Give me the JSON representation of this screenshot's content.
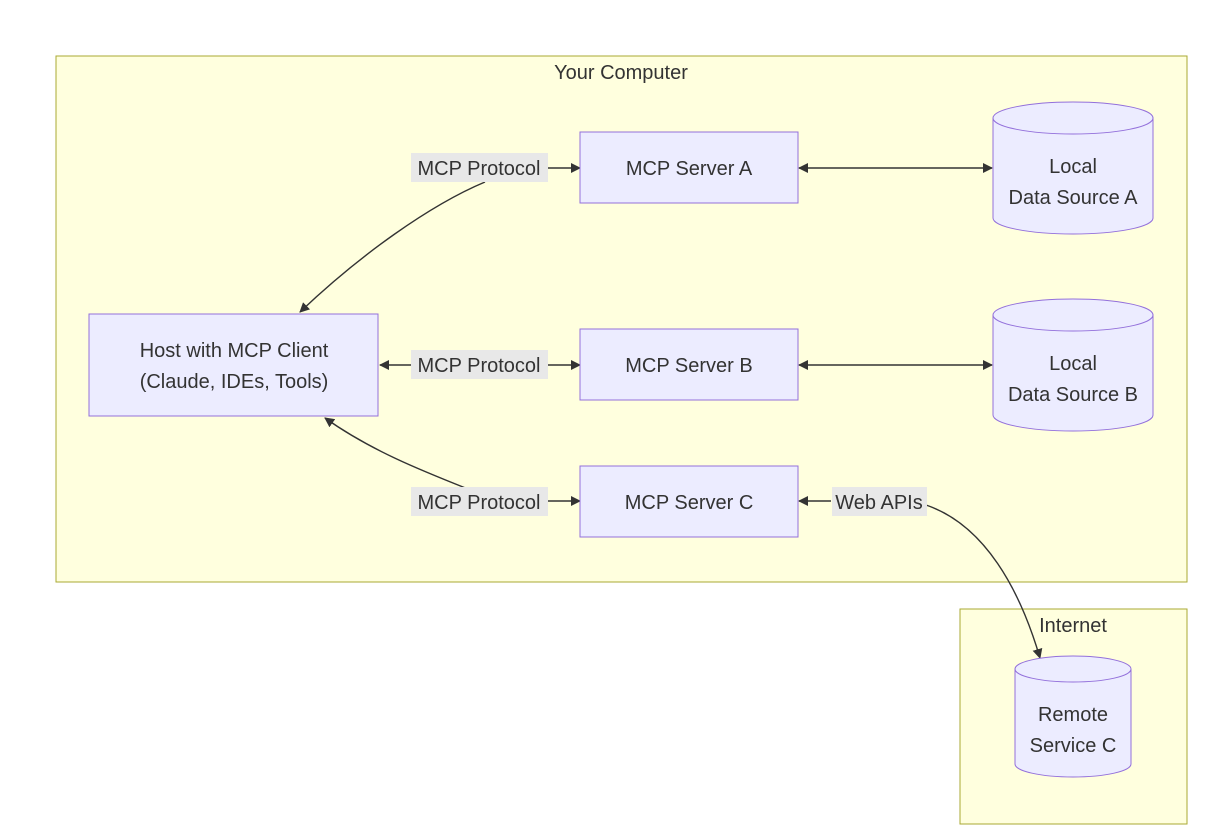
{
  "clusters": {
    "your_computer": "Your Computer",
    "internet": "Internet"
  },
  "nodes": {
    "host": {
      "line1": "Host with MCP Client",
      "line2": "(Claude, IDEs, Tools)"
    },
    "server_a": "MCP Server A",
    "server_b": "MCP Server B",
    "server_c": "MCP Server C",
    "data_a": {
      "line1": "Local",
      "line2": "Data Source A"
    },
    "data_b": {
      "line1": "Local",
      "line2": "Data Source B"
    },
    "remote_c": {
      "line1": "Remote",
      "line2": "Service C"
    }
  },
  "edges": {
    "host_a": "MCP Protocol",
    "host_b": "MCP Protocol",
    "host_c": "MCP Protocol",
    "c_remote": "Web APIs"
  },
  "colors": {
    "cluster_fill": "#ffffde",
    "cluster_stroke": "#aaaa33",
    "node_fill": "#ececff",
    "node_stroke": "#9370db",
    "edge": "#333333",
    "edge_label_bg": "#e8e8e8"
  }
}
